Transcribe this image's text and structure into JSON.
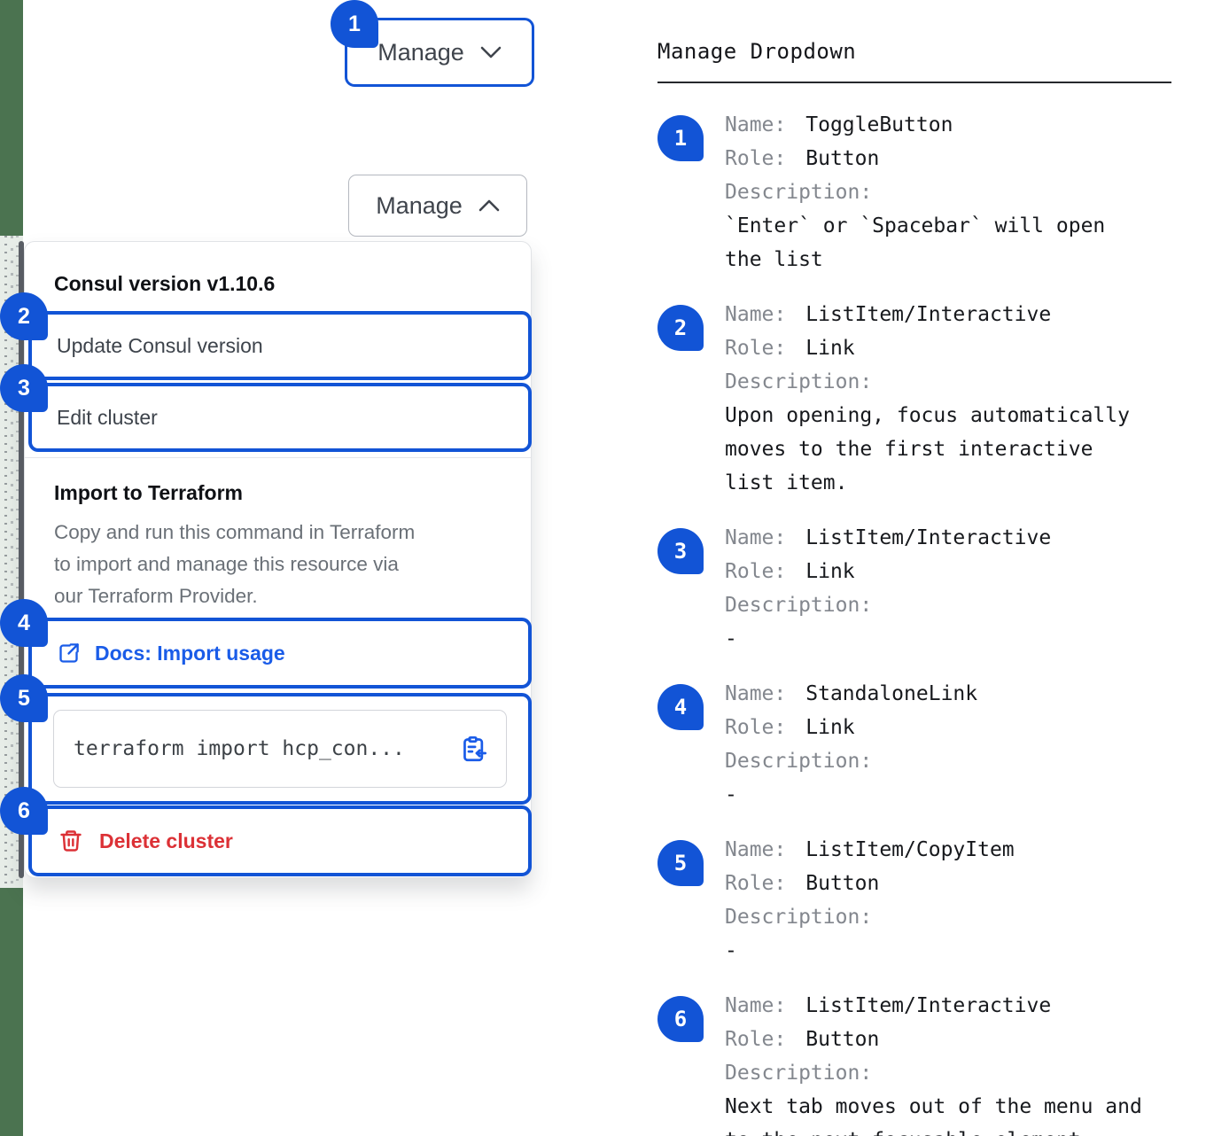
{
  "colors": {
    "accent_blue": "#1254d6",
    "link_blue": "#1a5ce8",
    "danger_red": "#dc3136",
    "edge_green": "#4b7350"
  },
  "left": {
    "toggle_closed": {
      "label": "Manage"
    },
    "toggle_open": {
      "label": "Manage"
    },
    "badges": [
      "1",
      "2",
      "3",
      "4",
      "5",
      "6"
    ],
    "dropdown": {
      "version_header": "Consul version v1.10.6",
      "update_item": "Update Consul version",
      "edit_item": "Edit cluster",
      "import_title": "Import to Terraform",
      "import_description": "Copy and run this command in Terraform\nto import and manage this resource via\nour Terraform Provider.",
      "docs_link": "Docs: Import usage",
      "code": "terraform import hcp_con...",
      "delete_item": "Delete cluster"
    }
  },
  "right": {
    "title": "Manage Dropdown",
    "labels": {
      "name": "Name:",
      "role": "Role:",
      "description": "Description:"
    },
    "items": [
      {
        "num": "1",
        "name": "ToggleButton",
        "role": "Button",
        "description": "`Enter` or `Spacebar` will open\nthe list"
      },
      {
        "num": "2",
        "name": "ListItem/Interactive",
        "role": "Link",
        "description": "Upon opening, focus automatically\nmoves to the first interactive\nlist item."
      },
      {
        "num": "3",
        "name": "ListItem/Interactive",
        "role": "Link",
        "description": "-"
      },
      {
        "num": "4",
        "name": "StandaloneLink",
        "role": "Link",
        "description": "-"
      },
      {
        "num": "5",
        "name": "ListItem/CopyItem",
        "role": "Button",
        "description": "-"
      },
      {
        "num": "6",
        "name": "ListItem/Interactive",
        "role": "Button",
        "description": "Next tab moves out of the menu and\nto the next focusable element"
      }
    ]
  }
}
